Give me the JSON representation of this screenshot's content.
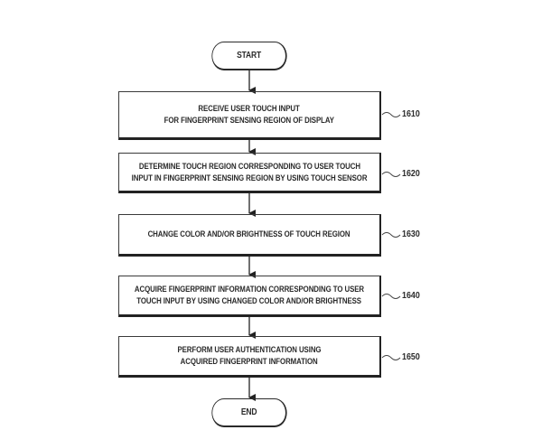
{
  "flowchart": {
    "start_label": "START",
    "end_label": "END",
    "steps": [
      {
        "ref": "1610",
        "lines": [
          "RECEIVE USER TOUCH INPUT",
          "FOR FINGERPRINT SENSING REGION OF DISPLAY"
        ]
      },
      {
        "ref": "1620",
        "lines": [
          "DETERMINE TOUCH REGION CORRESPONDING TO USER TOUCH",
          "INPUT IN FINGERPRINT SENSING REGION BY USING TOUCH SENSOR"
        ]
      },
      {
        "ref": "1630",
        "lines": [
          "CHANGE COLOR AND/OR BRIGHTNESS OF TOUCH REGION"
        ]
      },
      {
        "ref": "1640",
        "lines": [
          "ACQUIRE FINGERPRINT INFORMATION CORRESPONDING TO USER",
          "TOUCH INPUT BY USING CHANGED COLOR AND/OR BRIGHTNESS"
        ]
      },
      {
        "ref": "1650",
        "lines": [
          "PERFORM USER AUTHENTICATION USING",
          "ACQUIRED FINGERPRINT INFORMATION"
        ]
      }
    ]
  }
}
